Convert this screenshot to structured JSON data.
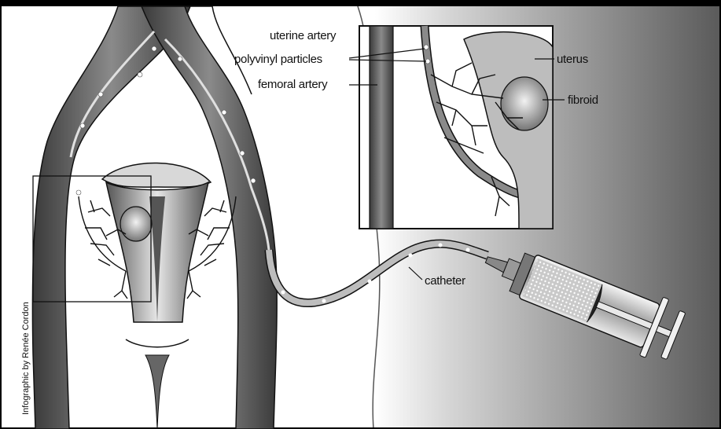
{
  "labels": {
    "uterine_artery": "uterine artery",
    "polyvinyl_particles": "polyvinyl particles",
    "femoral_artery": "femoral artery",
    "uterus": "uterus",
    "fibroid": "fibroid",
    "catheter": "catheter"
  },
  "credit": "Infographic by Renée Cordon",
  "colors": {
    "frame": "#000000",
    "vessel_dark": "#2a2a2a",
    "vessel_mid": "#8c8c8c",
    "vessel_light": "#d8d8d8",
    "tissue": "#bdbdbd",
    "background_gradient_end": "#5a5a5a"
  }
}
